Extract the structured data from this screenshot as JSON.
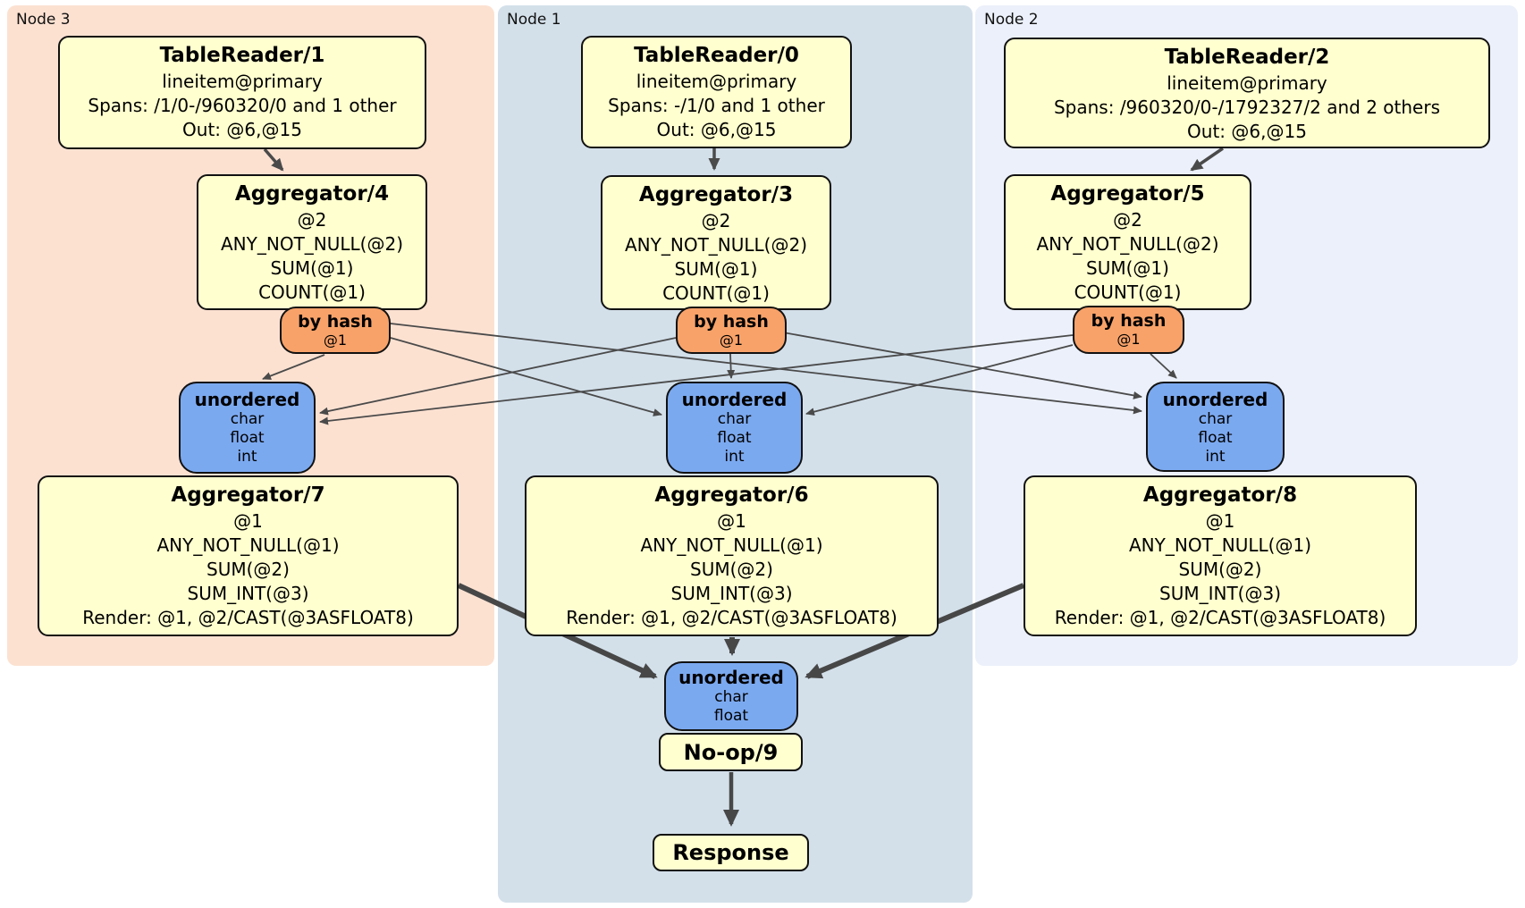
{
  "regions": [
    {
      "label": "Node 3"
    },
    {
      "label": "Node 1"
    },
    {
      "label": "Node 2"
    }
  ],
  "boxes": {
    "tr1": {
      "title": "TableReader/1",
      "lines": [
        "lineitem@primary",
        "Spans: /1/0-/960320/0 and 1 other",
        "Out: @6,@15"
      ]
    },
    "tr0": {
      "title": "TableReader/0",
      "lines": [
        "lineitem@primary",
        "Spans: -/1/0 and 1 other",
        "Out: @6,@15"
      ]
    },
    "tr2": {
      "title": "TableReader/2",
      "lines": [
        "lineitem@primary",
        "Spans: /960320/0-/1792327/2 and 2 others",
        "Out: @6,@15"
      ]
    },
    "agg4": {
      "title": "Aggregator/4",
      "lines": [
        "@2",
        "ANY_NOT_NULL(@2)",
        "SUM(@1)",
        "COUNT(@1)"
      ]
    },
    "agg3": {
      "title": "Aggregator/3",
      "lines": [
        "@2",
        "ANY_NOT_NULL(@2)",
        "SUM(@1)",
        "COUNT(@1)"
      ]
    },
    "agg5": {
      "title": "Aggregator/5",
      "lines": [
        "@2",
        "ANY_NOT_NULL(@2)",
        "SUM(@1)",
        "COUNT(@1)"
      ]
    },
    "router3": {
      "title": "by hash",
      "sub": "@1"
    },
    "router1": {
      "title": "by hash",
      "sub": "@1"
    },
    "router2": {
      "title": "by hash",
      "sub": "@1"
    },
    "sync3": {
      "title": "unordered",
      "lines": [
        "char",
        "float",
        "int"
      ]
    },
    "sync1": {
      "title": "unordered",
      "lines": [
        "char",
        "float",
        "int"
      ]
    },
    "sync2": {
      "title": "unordered",
      "lines": [
        "char",
        "float",
        "int"
      ]
    },
    "agg7": {
      "title": "Aggregator/7",
      "lines": [
        "@1",
        "ANY_NOT_NULL(@1)",
        "SUM(@2)",
        "SUM_INT(@3)",
        "Render: @1, @2/CAST(@3ASFLOAT8)"
      ]
    },
    "agg6": {
      "title": "Aggregator/6",
      "lines": [
        "@1",
        "ANY_NOT_NULL(@1)",
        "SUM(@2)",
        "SUM_INT(@3)",
        "Render: @1, @2/CAST(@3ASFLOAT8)"
      ]
    },
    "agg8": {
      "title": "Aggregator/8",
      "lines": [
        "@1",
        "ANY_NOT_NULL(@1)",
        "SUM(@2)",
        "SUM_INT(@3)",
        "Render: @1, @2/CAST(@3ASFLOAT8)"
      ]
    },
    "syncFinal": {
      "title": "unordered",
      "lines": [
        "char",
        "float"
      ]
    },
    "noop": {
      "title": "No-op/9"
    },
    "response": {
      "title": "Response"
    }
  },
  "colors": {
    "node3_bg": "#fce1d1",
    "node1_bg": "#d3e0ea",
    "node2_bg": "#ebf0fa",
    "processor_bg": "#ffffcf",
    "router_bg": "#f8a269",
    "sync_bg": "#7ba9f0",
    "box_border": "#111111",
    "edge_thin": "#4a4a4a",
    "edge_thick": "#474747"
  }
}
